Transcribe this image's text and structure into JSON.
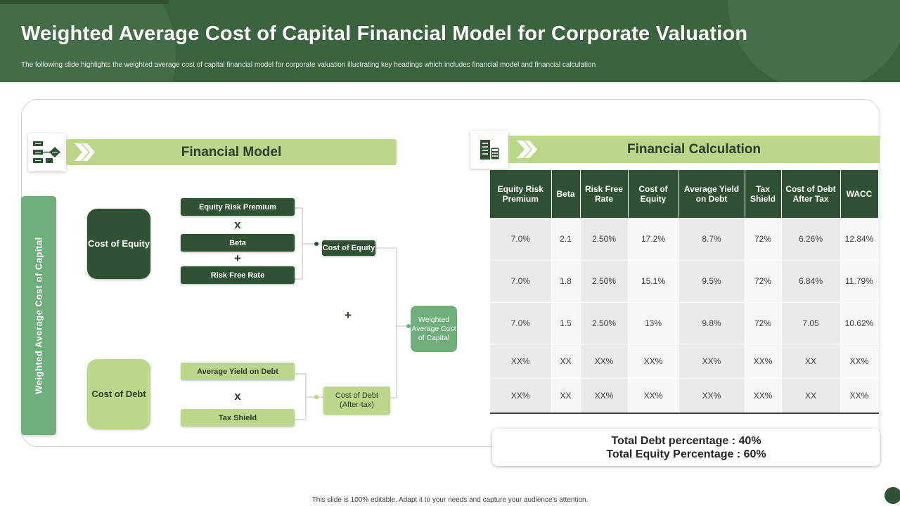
{
  "header": {
    "title": "Weighted Average Cost of Capital Financial Model for Corporate Valuation",
    "subtitle": "The following slide highlights the weighted average cost of capital  financial model  for corporate valuation illustrating key headings which includes financial model and financial calculation"
  },
  "colors": {
    "dark_green": "#2f5235",
    "light_green": "#bcd68a",
    "mid_green": "#6fae7a",
    "header_green": "#3b6340"
  },
  "model": {
    "heading": "Financial Model",
    "icon": "flowchart-icon",
    "vertical_label": "Weighted Average Cost of Capital",
    "cost_of_equity_box": "Cost of Equity",
    "cost_of_debt_box": "Cost of Debt",
    "equity_risk_premium": "Equity Risk Premium",
    "beta": "Beta",
    "risk_free_rate": "Risk Free Rate",
    "average_yield": "Average Yield on Debt",
    "tax_shield": "Tax Shield",
    "op_times": "x",
    "op_plus": "+",
    "cost_of_equity_result": "Cost of Equity",
    "cost_of_debt_result": "Cost of Debt (After-tax)",
    "wacc_box": "Weighted Average Cost of Capital"
  },
  "calculation": {
    "heading": "Financial Calculation",
    "icon": "calculator-icon",
    "columns": [
      "Equity Risk Premium",
      "Beta",
      "Risk Free Rate",
      "Cost of Equity",
      "Average Yield on Debt",
      "Tax Shield",
      "Cost of Debt After Tax",
      "WACC"
    ],
    "rows": [
      [
        "7.0%",
        "2.1",
        "2.50%",
        "17.2%",
        "8.7%",
        "72%",
        "6.26%",
        "12.84%"
      ],
      [
        "7.0%",
        "1.8",
        "2.50%",
        "15.1%",
        "9.5%",
        "72%",
        "6.84%",
        "11.79%"
      ],
      [
        "7.0%",
        "1.5",
        "2.50%",
        "13%",
        "9.8%",
        "72%",
        "7.05",
        "10.62%"
      ],
      [
        "XX%",
        "XX",
        "XX%",
        "XX%",
        "XX%",
        "XX%",
        "XX",
        "XX%"
      ],
      [
        "XX%",
        "XX",
        "XX%",
        "XX%",
        "XX%",
        "XX%",
        "XX",
        "XX%"
      ]
    ],
    "total_debt": "Total Debt percentage : 40%",
    "total_equity": "Total Equity Percentage : 60%"
  },
  "footer": "This slide is 100% editable.  Adapt it to your needs and capture your audience's attention."
}
